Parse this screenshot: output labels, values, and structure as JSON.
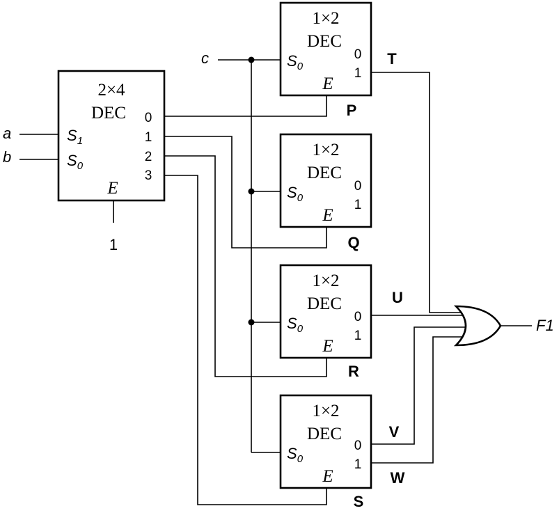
{
  "decoder_main": {
    "title_line1": "2×4",
    "title_line2": "DEC",
    "out0": "0",
    "out1": "1",
    "out2": "2",
    "out3": "3",
    "s1": "S",
    "s1_sub": "1",
    "s0": "S",
    "s0_sub": "0",
    "enable": "E"
  },
  "decoder_P": {
    "title_line1": "1×2",
    "title_line2": "DEC",
    "out0": "0",
    "out1": "1",
    "s0": "S",
    "s0_sub": "0",
    "enable": "E",
    "label": "P"
  },
  "decoder_Q": {
    "title_line1": "1×2",
    "title_line2": "DEC",
    "out0": "0",
    "out1": "1",
    "s0": "S",
    "s0_sub": "0",
    "enable": "E",
    "label": "Q"
  },
  "decoder_R": {
    "title_line1": "1×2",
    "title_line2": "DEC",
    "out0": "0",
    "out1": "1",
    "s0": "S",
    "s0_sub": "0",
    "enable": "E",
    "label": "R"
  },
  "decoder_S": {
    "title_line1": "1×2",
    "title_line2": "DEC",
    "out0": "0",
    "out1": "1",
    "s0": "S",
    "s0_sub": "0",
    "enable": "E",
    "label": "S"
  },
  "inputs": {
    "a": "a",
    "b": "b",
    "c": "c",
    "enable_value": "1"
  },
  "signals": {
    "T": "T",
    "U": "U",
    "V": "V",
    "W": "W"
  },
  "output": {
    "name": "F1"
  }
}
